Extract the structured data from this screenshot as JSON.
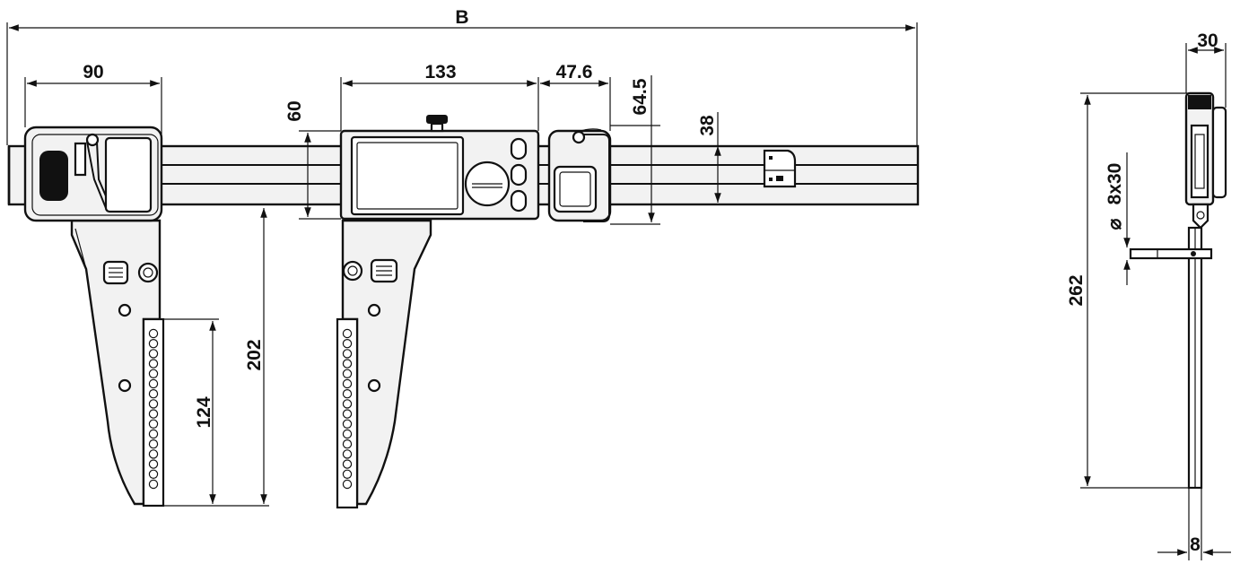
{
  "dimensions": {
    "overall_length": "B",
    "fixed_jaw_width": "90",
    "slider_width": "133",
    "clamp_offset": "47.6",
    "beam_height_60": "60",
    "body_height": "64.5",
    "beam_height_38": "38",
    "jaw_length": "202",
    "tip_length": "124",
    "depth": "30",
    "side_height": "262",
    "pin_spec": "8x30",
    "pin_symbol": "⌀",
    "tip_thickness": "8"
  },
  "icons": {
    "arrow": "arrowhead-icon",
    "hole": "hole-icon",
    "button": "button-icon"
  }
}
